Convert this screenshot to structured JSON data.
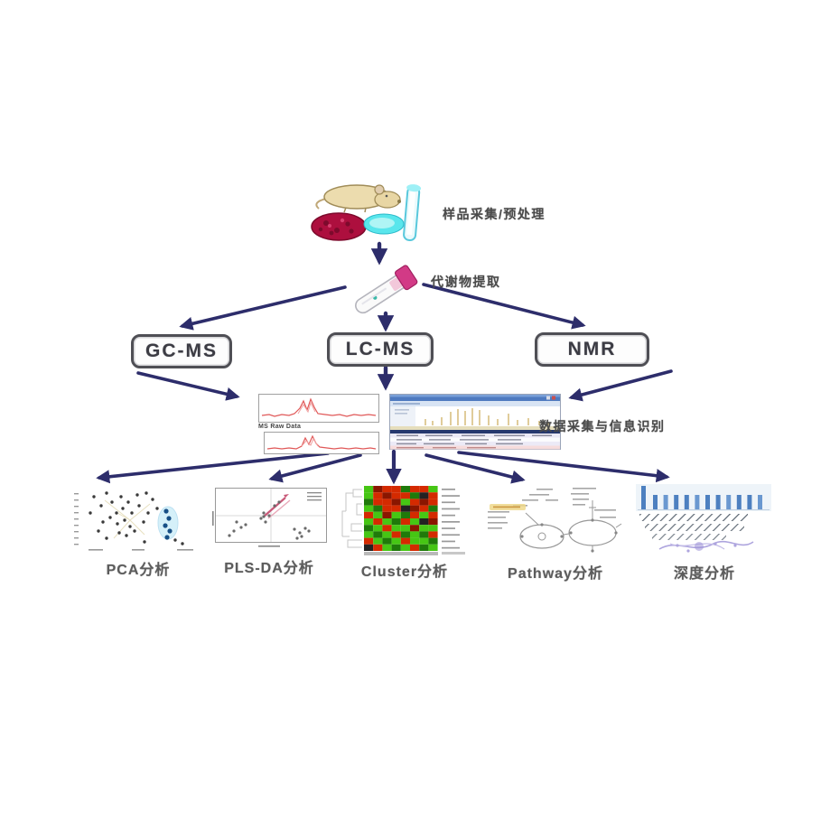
{
  "diagram": {
    "sample": {
      "label": "样品采集/预处理"
    },
    "extraction": {
      "label": "代谢物提取"
    },
    "methods": [
      {
        "label": "GC-MS"
      },
      {
        "label": "LC-MS"
      },
      {
        "label": "NMR"
      }
    ],
    "raw_data_caption": "MS Raw Data",
    "acquisition": {
      "label": "数据采集与信息识别"
    },
    "analyses": [
      {
        "label": "PCA分析"
      },
      {
        "label": "PLS-DA分析"
      },
      {
        "label": "Cluster分析"
      },
      {
        "label": "Pathway分析"
      },
      {
        "label": "深度分析"
      }
    ],
    "colors": {
      "arrow": "#2d2d6b",
      "box_border": "#4f4f55",
      "heatmap_red": "#d42a00",
      "heatmap_green": "#46c614",
      "chromatogram_line": "#e05858",
      "software_titlebar": "#4f7ac0",
      "bar_blue": "#4d80c0",
      "network_purple": "#9488d4",
      "pathway_highlight": "#ecd27a"
    }
  }
}
